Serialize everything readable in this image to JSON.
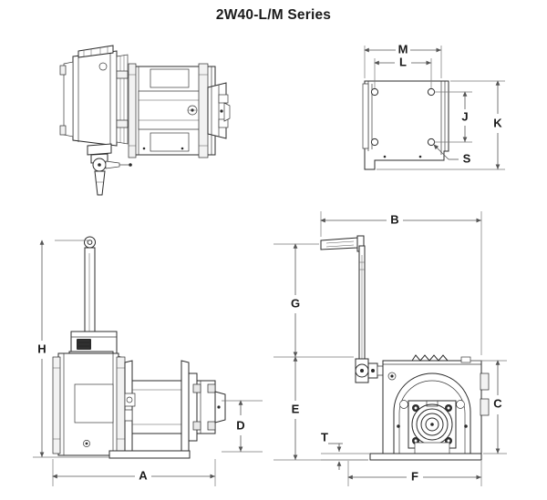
{
  "sheet": {
    "title": "2W40-L/M Series",
    "background_color": "#ffffff",
    "line_color": "#2b2b2b",
    "dimension_color": "#555555",
    "text_color": "#1a1a1a"
  },
  "views": [
    {
      "id": "view-isometric-top-left",
      "name": "top-left-oblique-view",
      "description": "Oblique view of worm gear winch with handle down"
    },
    {
      "id": "view-mounting-plate-top-right",
      "name": "top-right-mounting-plate-view",
      "description": "Mounting plate plan view with four bolt holes"
    },
    {
      "id": "view-side-bottom-left",
      "name": "bottom-left-side-view",
      "description": "Side elevation showing drum, gearbox and raised handle"
    },
    {
      "id": "view-front-bottom-right",
      "name": "bottom-right-front-view",
      "description": "Front elevation showing crank handle and output flange"
    }
  ],
  "dimensions": {
    "top_right": [
      {
        "key": "M",
        "label": "M",
        "orientation": "horizontal",
        "view": "mounting-plate"
      },
      {
        "key": "L",
        "label": "L",
        "orientation": "horizontal",
        "view": "mounting-plate"
      },
      {
        "key": "J",
        "label": "J",
        "orientation": "vertical",
        "view": "mounting-plate"
      },
      {
        "key": "K",
        "label": "K",
        "orientation": "vertical",
        "view": "mounting-plate"
      },
      {
        "key": "S",
        "label": "S",
        "orientation": "leader",
        "view": "mounting-plate"
      }
    ],
    "bottom_left": [
      {
        "key": "H",
        "label": "H",
        "orientation": "vertical",
        "view": "side"
      },
      {
        "key": "A",
        "label": "A",
        "orientation": "horizontal",
        "view": "side"
      },
      {
        "key": "D",
        "label": "D",
        "orientation": "vertical",
        "view": "side"
      }
    ],
    "bottom_right": [
      {
        "key": "B",
        "label": "B",
        "orientation": "horizontal",
        "view": "front"
      },
      {
        "key": "G",
        "label": "G",
        "orientation": "vertical",
        "view": "front"
      },
      {
        "key": "E",
        "label": "E",
        "orientation": "vertical",
        "view": "front"
      },
      {
        "key": "C",
        "label": "C",
        "orientation": "vertical",
        "view": "front"
      },
      {
        "key": "F",
        "label": "F",
        "orientation": "horizontal",
        "view": "front"
      },
      {
        "key": "T",
        "label": "T",
        "orientation": "vertical",
        "view": "front"
      }
    ]
  },
  "labels": {
    "M": "M",
    "L": "L",
    "J": "J",
    "K": "K",
    "S": "S",
    "H": "H",
    "A": "A",
    "D": "D",
    "B": "B",
    "G": "G",
    "E": "E",
    "C": "C",
    "F": "F",
    "T": "T"
  }
}
